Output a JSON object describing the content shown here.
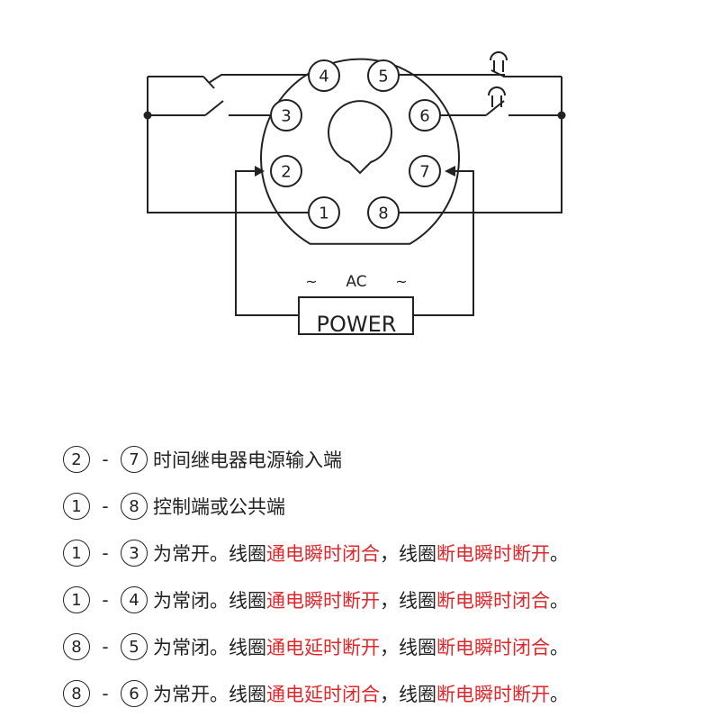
{
  "diagram": {
    "pins": [
      "1",
      "2",
      "3",
      "4",
      "5",
      "6",
      "7",
      "8"
    ],
    "power_label": "POWER",
    "ac_label": "AC",
    "tilde": "~"
  },
  "legend": [
    {
      "a": "2",
      "b": "7",
      "parts": [
        {
          "t": "时间继电器电源输入端",
          "red": false
        }
      ]
    },
    {
      "a": "1",
      "b": "8",
      "parts": [
        {
          "t": "控制端或公共端",
          "red": false
        }
      ]
    },
    {
      "a": "1",
      "b": "3",
      "parts": [
        {
          "t": "为常开。线圈",
          "red": false
        },
        {
          "t": "通电瞬时闭合",
          "red": true
        },
        {
          "t": "，线圈",
          "red": false
        },
        {
          "t": "断电瞬时断开",
          "red": true
        },
        {
          "t": "。",
          "red": false
        }
      ]
    },
    {
      "a": "1",
      "b": "4",
      "parts": [
        {
          "t": "为常闭。线圈",
          "red": false
        },
        {
          "t": "通电瞬时断开",
          "red": true
        },
        {
          "t": "，线圈",
          "red": false
        },
        {
          "t": "断电瞬时闭合",
          "red": true
        },
        {
          "t": "。",
          "red": false
        }
      ]
    },
    {
      "a": "8",
      "b": "5",
      "parts": [
        {
          "t": "为常闭。线圈",
          "red": false
        },
        {
          "t": "通电延时断开",
          "red": true
        },
        {
          "t": "，线圈",
          "red": false
        },
        {
          "t": "断电瞬时闭合",
          "red": true
        },
        {
          "t": "。",
          "red": false
        }
      ]
    },
    {
      "a": "8",
      "b": "6",
      "parts": [
        {
          "t": "为常开。线圈",
          "red": false
        },
        {
          "t": "通电延时闭合",
          "red": true
        },
        {
          "t": "，线圈",
          "red": false
        },
        {
          "t": "断电瞬时断开",
          "red": true
        },
        {
          "t": "。",
          "red": false
        }
      ]
    }
  ],
  "dash": "-",
  "colors": {
    "text": "#222222",
    "highlight": "#e0262a"
  }
}
